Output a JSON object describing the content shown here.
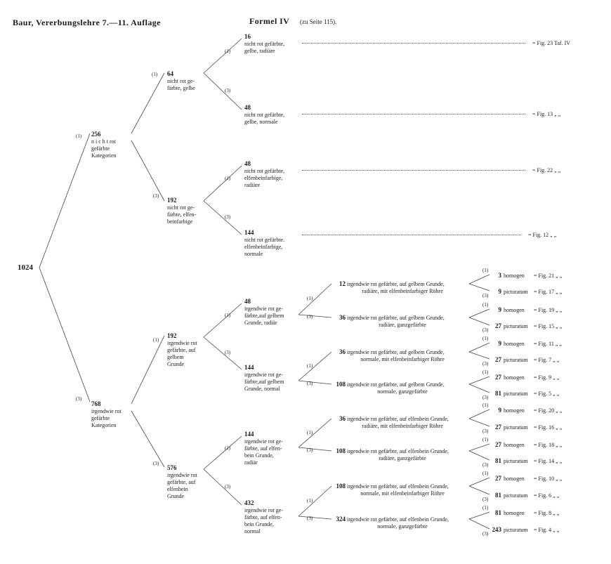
{
  "header": {
    "title": "Baur, Vererbungslehre 7.—11. Auflage",
    "formel": "Formel IV",
    "page_ref": "(zu Seite 115)."
  },
  "root": "1024",
  "ratios": {
    "r1": "(1)",
    "r3": "(3)"
  },
  "level1": [
    {
      "num": "256",
      "lines": [
        "n i c h t  rot",
        "gefärbte",
        "Kategorien"
      ]
    },
    {
      "num": "768",
      "lines": [
        "irgendwie rot",
        "gefärbte",
        "Kategorien"
      ]
    }
  ],
  "level2": [
    {
      "num": "64",
      "lines": [
        "nicht rot ge-",
        "färbte, gelbe"
      ]
    },
    {
      "num": "192",
      "lines": [
        "nicht rot ge-",
        "färbte, elfen-",
        "beinfarbige"
      ]
    },
    {
      "num": "192",
      "lines": [
        "irgendwie rot",
        "gefärbte, auf",
        "gelbem",
        "Grunde"
      ]
    },
    {
      "num": "576",
      "lines": [
        "irgendwie rot",
        "gefärbte, auf",
        "elfenbein",
        "Grunde"
      ]
    }
  ],
  "level3": [
    {
      "num": "16",
      "lines": [
        "nicht rot gefärbte,",
        "gelbe, radiäre"
      ],
      "fig": "= Fig. 23  Taf. IV"
    },
    {
      "num": "48",
      "lines": [
        "nicht rot gefärbte,",
        "gelbe, normale"
      ],
      "fig": "= Fig. 13  „  „"
    },
    {
      "num": "48",
      "lines": [
        "nicht rot gefärbte,",
        "elfenbeinfarbige,",
        "radiäre"
      ],
      "fig": "= Fig. 22  „  „"
    },
    {
      "num": "144",
      "lines": [
        "nicht rot gefärbte.",
        "elfenbeinfarbige,",
        "normale"
      ],
      "fig": "= Fig. 12  „  „"
    },
    {
      "num": "48",
      "lines": [
        "irgendwie rot ge-",
        "färbte,auf gelbem",
        "Grunde, radiär"
      ]
    },
    {
      "num": "144",
      "lines": [
        "irgendwie rot ge-",
        "färbte,auf gelbem",
        "Grunde, normal"
      ]
    },
    {
      "num": "144",
      "lines": [
        "irgendwie rot ge-",
        "färbte, auf elfen-",
        "bein Grunde,",
        "radiär"
      ]
    },
    {
      "num": "432",
      "lines": [
        "irgendwie rot ge-",
        "färbte, auf elfen-",
        "bein Grunde,",
        "normal"
      ]
    }
  ],
  "level4": [
    {
      "num": "12",
      "l1": "irgendwie rot gefärbte, auf gelbem Grunde,",
      "l2": "radiäre, mit elfenbeinfarbiger Röhre"
    },
    {
      "num": "36",
      "l1": "irgendwie rot gefärbte, auf gelbem Grunde,",
      "l2": "radiäre, ganzgefärbte"
    },
    {
      "num": "36",
      "l1": "irgendwie rot gefärbte, auf gelbem Grunde,",
      "l2": "normale, mit elfenbeinfarbiger Röhre"
    },
    {
      "num": "108",
      "l1": "irgendwie rot gefärbte, auf gelbem Grunde,",
      "l2": "normale, ganzgefärbte"
    },
    {
      "num": "36",
      "l1": "irgendwie rot gefärbte, auf elfenbein Grunde,",
      "l2": "radiäre, mit elfenbeinfarbiger Röhre"
    },
    {
      "num": "108",
      "l1": "irgendwie rot gefärbte, auf elfenbein Grunde,",
      "l2": "radiäre, ganzgefärbte"
    },
    {
      "num": "108",
      "l1": "irgendwie rot gefärbte, auf elfenbein Grunde,",
      "l2": "normale, mit elfenbeinfarbiger Röhre"
    },
    {
      "num": "324",
      "l1": "irgendwie rot gefärbte, auf elfenbein Grunde,",
      "l2": "normale, ganzgefärbte"
    }
  ],
  "leaves": [
    {
      "num": "3",
      "type": "homogen",
      "fig": "= Fig. 21  „  „"
    },
    {
      "num": "9",
      "type": "picturatum",
      "fig": "= Fig. 17  „  „"
    },
    {
      "num": "9",
      "type": "homogen",
      "fig": "= Fig. 19  „  „"
    },
    {
      "num": "27",
      "type": "picturatum",
      "fig": "= Fig. 15  „  „"
    },
    {
      "num": "9",
      "type": "homogen",
      "fig": "= Fig. 11  „  „"
    },
    {
      "num": "27",
      "type": "picturatum",
      "fig": "= Fig. 7  „  „"
    },
    {
      "num": "27",
      "type": "homogen",
      "fig": "= Fig. 9  „  „"
    },
    {
      "num": "81",
      "type": "picturatum",
      "fig": "= Fig. 5  „  „"
    },
    {
      "num": "9",
      "type": "homogen",
      "fig": "= Fig. 20  „  „"
    },
    {
      "num": "27",
      "type": "picturatum",
      "fig": "= Fig. 16  „  „"
    },
    {
      "num": "27",
      "type": "homogen",
      "fig": "= Fig. 18  „  „"
    },
    {
      "num": "81",
      "type": "picturatum",
      "fig": "= Fig. 14  „  „"
    },
    {
      "num": "27",
      "type": "homogen",
      "fig": "= Fig. 10  „  „"
    },
    {
      "num": "81",
      "type": "picturatum",
      "fig": "= Fig. 6  „  „"
    },
    {
      "num": "81",
      "type": "homogen",
      "fig": "= Fig. 8  „  „"
    },
    {
      "num": "243",
      "type": "picturatum",
      "fig": "= Fig. 4  „  „"
    }
  ]
}
